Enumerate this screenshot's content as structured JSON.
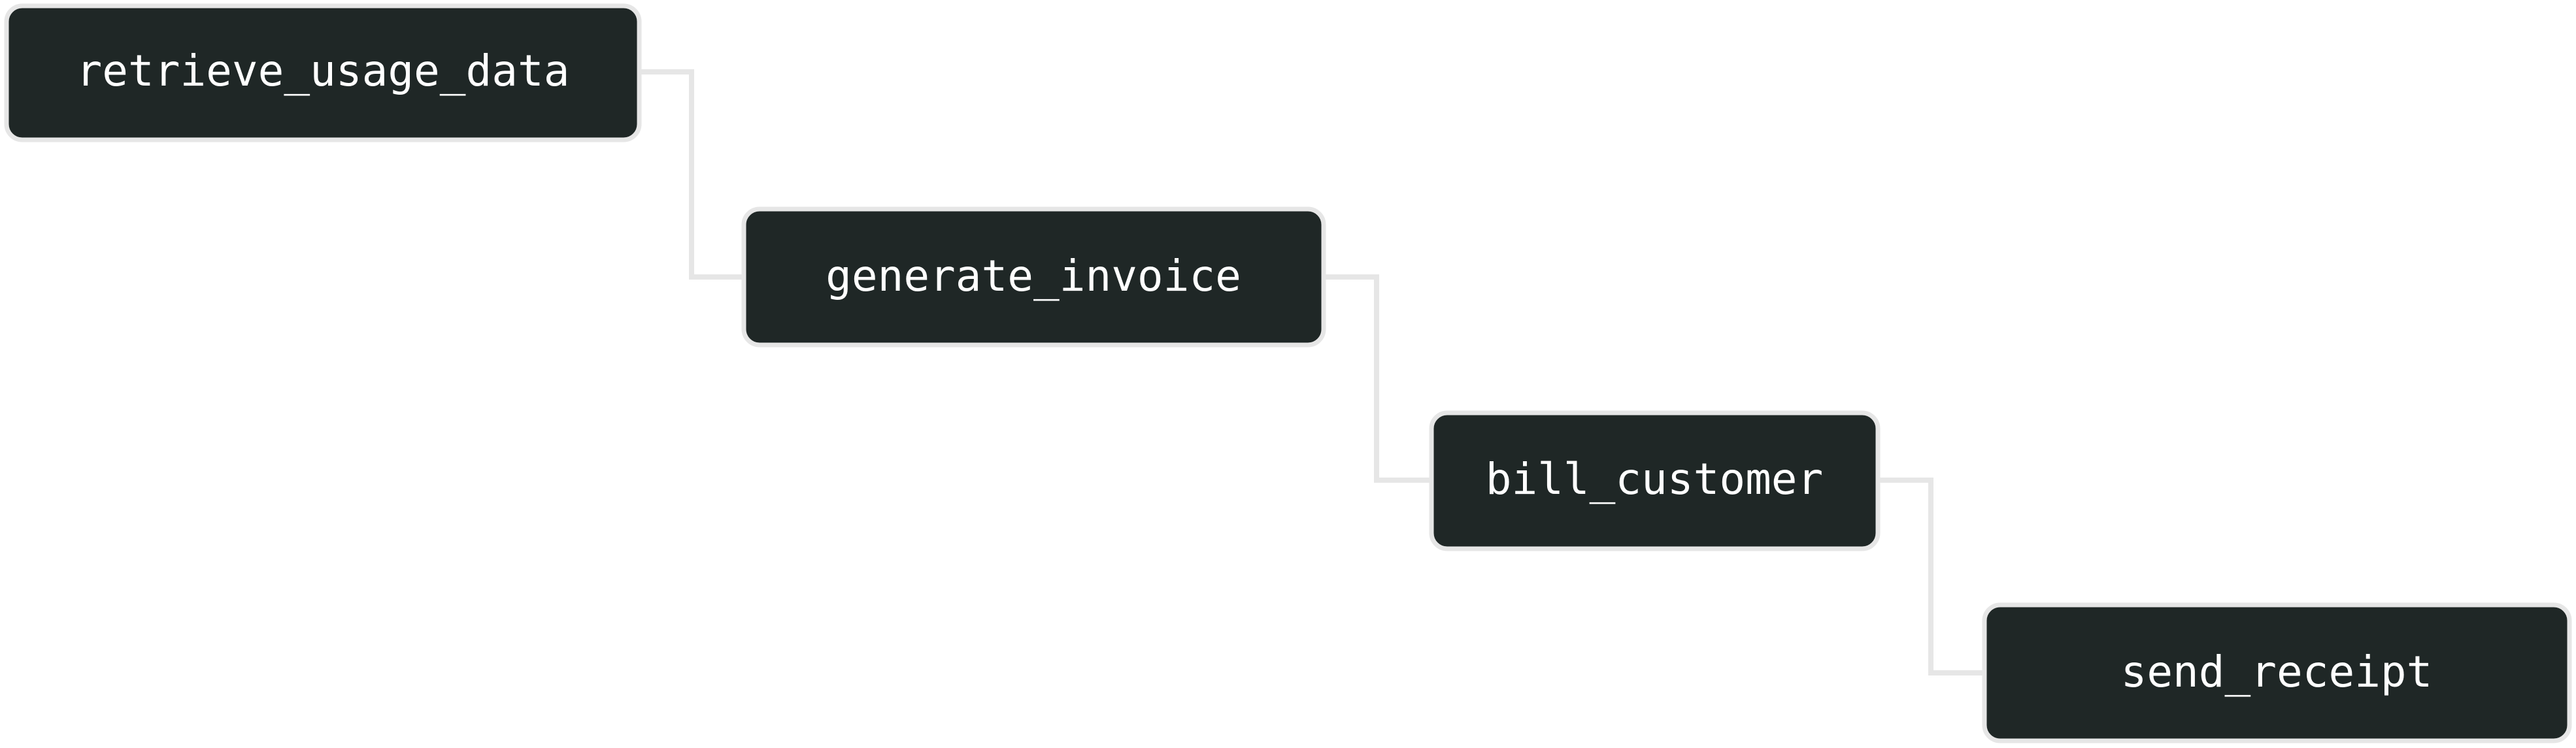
{
  "diagram": {
    "type": "flow",
    "nodes": [
      {
        "id": "n1",
        "label": "retrieve_usage_data"
      },
      {
        "id": "n2",
        "label": "generate_invoice"
      },
      {
        "id": "n3",
        "label": "bill_customer"
      },
      {
        "id": "n4",
        "label": "send_receipt"
      }
    ],
    "edges": [
      {
        "from": "n1",
        "to": "n2"
      },
      {
        "from": "n2",
        "to": "n3"
      },
      {
        "from": "n3",
        "to": "n4"
      }
    ]
  },
  "colors": {
    "node_fill": "#1f2726",
    "node_border": "#e6e6e6",
    "node_text": "#ffffff",
    "connector": "#e6e6e6",
    "background": "#ffffff"
  }
}
